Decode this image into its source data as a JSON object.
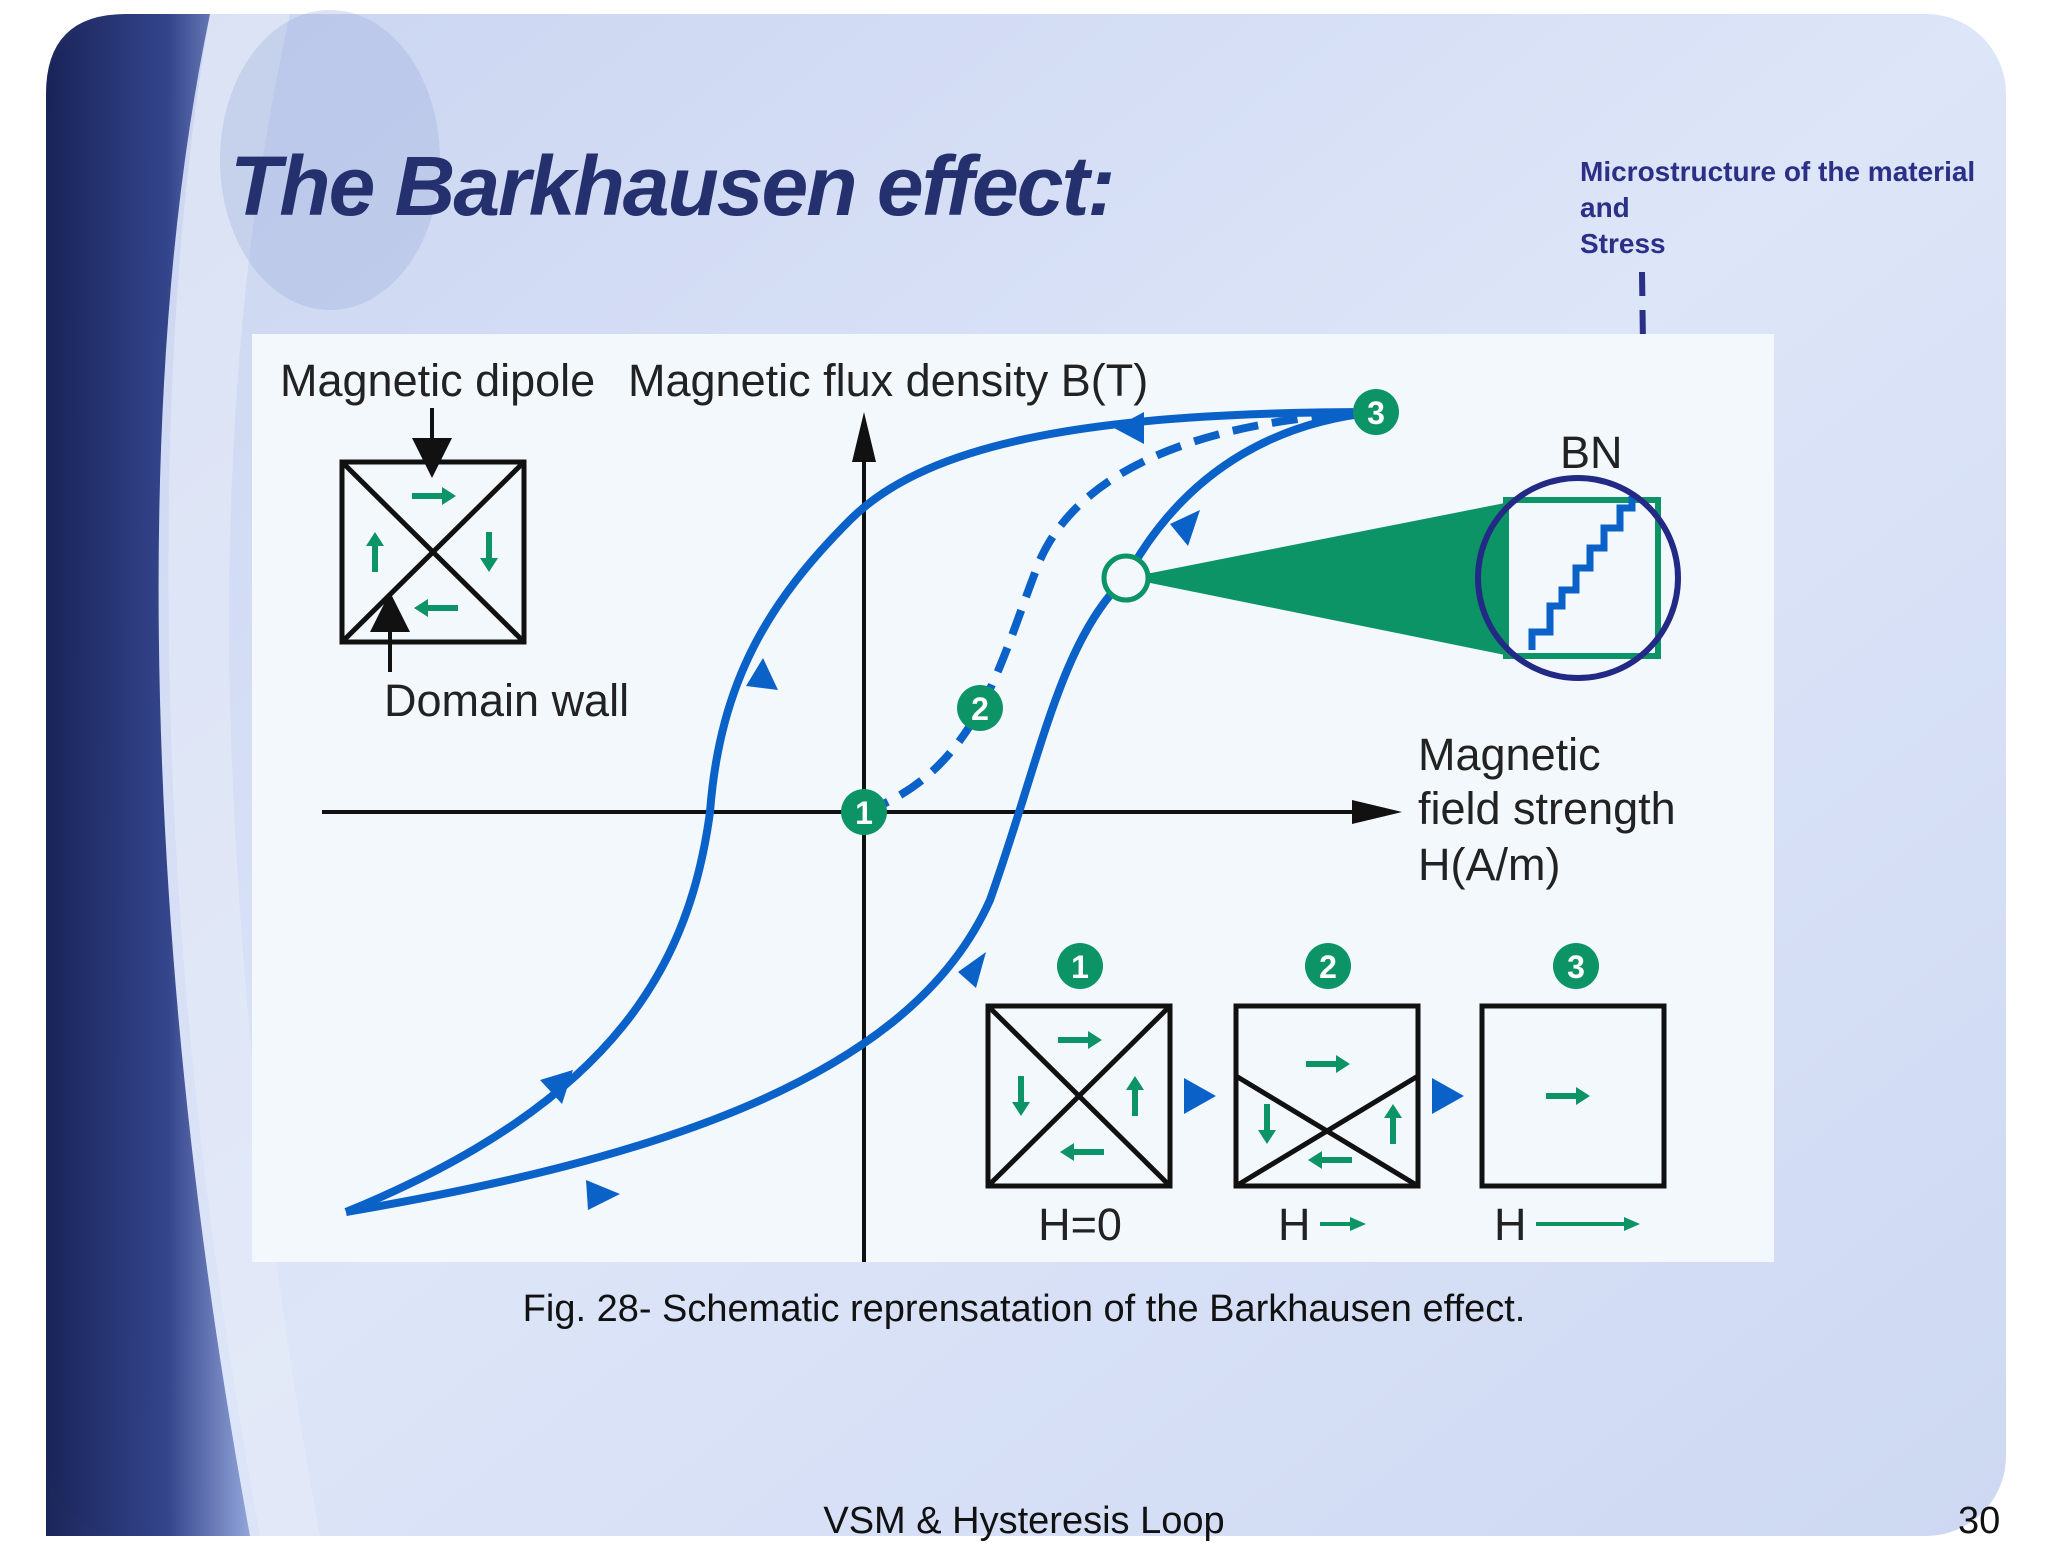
{
  "slide": {
    "title": "The Barkhausen effect:",
    "note_lines": [
      "Microstructure of the material",
      "and",
      "Stress"
    ],
    "caption": "Fig. 28- Schematic reprensatation of the Barkhausen effect.",
    "footer": "VSM & Hysteresis Loop",
    "page_number": "30"
  },
  "diagram": {
    "dipole_label": "Magnetic dipole",
    "domain_wall_label": "Domain wall",
    "y_axis_label": "Magnetic flux density B(T)",
    "x_axis_label_lines": [
      "Magnetic",
      "field strength",
      "H(A/m)"
    ],
    "bn_label": "BN",
    "markers": [
      "1",
      "2",
      "3"
    ],
    "stages": [
      {
        "number": "1",
        "label": "H=0"
      },
      {
        "number": "2",
        "label": "H"
      },
      {
        "number": "3",
        "label": "H"
      }
    ]
  },
  "colors": {
    "title": "#25306e",
    "loop_blue": "#0a62c8",
    "green": "#0c9467",
    "note_blue": "#2b2f86",
    "background_light": "#dfe7f8",
    "background_dark": "#1c2a66"
  }
}
